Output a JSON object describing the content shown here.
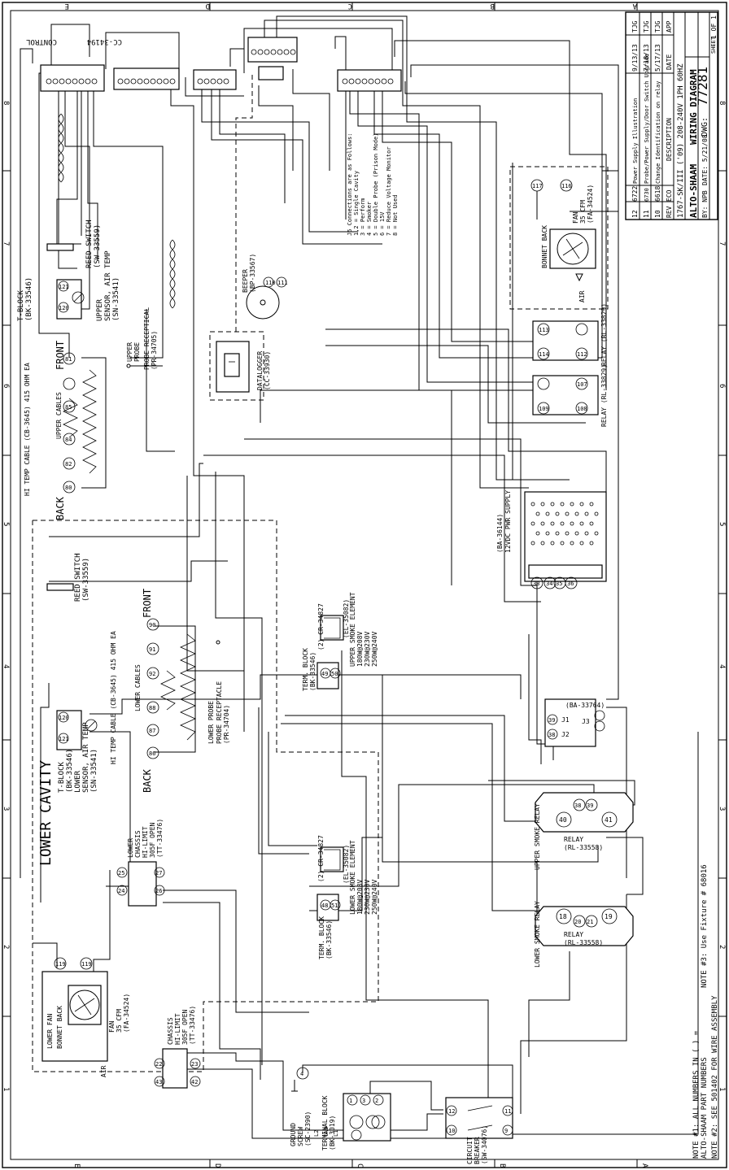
{
  "border": {
    "col_letters": [
      "E",
      "D",
      "C",
      "B",
      "A"
    ],
    "row_numbers": [
      "8",
      "7",
      "6",
      "5",
      "4",
      "3",
      "2",
      "1"
    ]
  },
  "title_block": {
    "revisions": [
      {
        "rev": "12",
        "eco": "6722",
        "desc": "Power Supply Illustration",
        "date": "9/13/13",
        "app": "TJG"
      },
      {
        "rev": "11",
        "eco": "6730",
        "desc": "Probe/Power Supply/Door Switch Upgrade",
        "date": "7/18/13",
        "app": "TJG"
      },
      {
        "rev": "10",
        "eco": "6618",
        "desc": "Change Identification on relay",
        "date": "5/17/13",
        "app": "TJG"
      }
    ],
    "rev_header": {
      "rev": "REV",
      "eco": "ECO",
      "desc": "DESCRIPTION",
      "date": "DATE",
      "app": "APP"
    },
    "model": "1767-SK/III ('09) 208-240V 1PH 60HZ",
    "brand": "ALTO-SHAAM",
    "doc_title": "WIRING DIAGRAM",
    "dwg_label": "DWG:",
    "dwg_number": "77281",
    "sheet_label": "SHEET",
    "sheet_value": "1 OF 1",
    "by": "BY: NPB",
    "date": "DATE: 5/21/08"
  },
  "notes": {
    "note1_a": "NOTE #1: ALL NUMBERS IN ( ) =",
    "note1_b": "ALTO-SHAAM PART NUMBERS",
    "note2": "NOTE #2: SEE 501402 FOR WIRE ASSEMBLY",
    "note3": "NOTE #3: Use Fixture # 68016"
  },
  "components": {
    "control": "CONTROL",
    "cc_label": "CC-34194",
    "reed_upper": "REED SWITCH",
    "reed_upper_pn": "(SW-33559)",
    "reed_lower": "REED SWITCH",
    "reed_lower_pn": "(SW-33559)",
    "tblock_upper": "T-BLOCK",
    "tblock_upper_pn": "(BK-33546)",
    "upper_sensor": "UPPER",
    "upper_sensor_b": "SENSOR, AIR TEMP",
    "upper_sensor_pn": "(SN-33541)",
    "hi_temp_upper": "HI TEMP CABLE (CB-3645) 415 OHM EA",
    "upper_cables": "UPPER CABLES",
    "front_upper": "FRONT",
    "back_upper": "BACK",
    "upper_probe": "UPPER",
    "upper_probe_b": "PROBE",
    "probe_rec_upper": "PROBE RECEPTICAL",
    "probe_rec_upper_pn": "(PR-34705)",
    "beeper": "BEEPER",
    "beeper_pn": "(BP-33567)",
    "datalogger": "DATALOGGER",
    "datalogger_pn": "(CC-33930)",
    "j5_title": "J5 Connections are as Follows:",
    "j5_list": [
      "1,2 = Single Cavity",
      "3 = Perform",
      "4 = Smoker",
      "5 = Double Probe (Prison Mode)",
      "6 = 15V",
      "7 = Reduce Voltage Monitor",
      "8 = Not Used"
    ],
    "fan_upper": "FAN",
    "fan_upper_b": "35 CFM",
    "fan_upper_pn": "(FA-34524)",
    "bonnet_upper": "BONNET BACK",
    "air_upper": "AIR",
    "relay_a": "RELAY (RL-33829)",
    "relay_b": "RELAY (RL-33829)",
    "psu": "(BA-36144)",
    "psu_b": "12VDC PWR SUPPLY",
    "ba_33764": "(BA-33764)",
    "term_upper": "TERM. BLOCK",
    "term_upper_pn": "(BK-33546)",
    "cr_upper": "(2) CR-34827",
    "upper_smoke_el": "UPPER SMOKE ELEMENT",
    "upper_smoke_el_pn": "(EL-35082)",
    "upper_smoke_v": [
      "180W@208V",
      "230W@230V",
      "250W@240V"
    ],
    "upper_smoke_relay": "UPPER SMOKE RELAY",
    "relay_c": "RELAY",
    "relay_c_pn": "(RL-33558)",
    "lower_smoke_relay": "LOWER SMOKE RELAY",
    "relay_d": "RELAY",
    "relay_d_pn": "(RL-33558)",
    "hi_temp_lower": "HI TEMP CABLE (CB-3645) 415 OHM EA",
    "lower_cables": "LOWER CABLES",
    "front_lower": "FRONT",
    "back_lower": "BACK",
    "lower_probe": "LOWER PROBE",
    "probe_rec_lower": "PROBE RECEPTACLE",
    "probe_rec_lower_pn": "(PR-34704)",
    "tblock_lower": "T-BLOCK",
    "tblock_lower_pn": "(BK-33546)",
    "lower_sensor": "LOWER",
    "lower_sensor_b": "SENSOR, AIR TEMP",
    "lower_sensor_pn": "(SN-33541)",
    "lower_cavity": "LOWER CAVITY",
    "hilimit_lower": "LOWER",
    "hilimit_lower_b": "CHASSIS",
    "hilimit_lower_c": "HI-LIMIT",
    "hilimit_lower_d": "305F OPEN",
    "hilimit_lower_pn": "(TT-33476)",
    "term_lower": "TERM. BLOCK",
    "term_lower_pn": "(BK-33546)",
    "cr_lower": "(2) CR-34827",
    "lower_smoke_el": "LOWER SMOKE ELEMENT",
    "lower_smoke_el_pn": "(EL-35082)",
    "lower_smoke_v": [
      "180W@208V",
      "230W@230V",
      "250W@240V"
    ],
    "lower_fan": "LOWER FAN",
    "bonnet_lower": "BONNET BACK",
    "fan_lower": "FAN",
    "fan_lower_b": "35 CFM",
    "fan_lower_pn": "(FA-34524)",
    "air_lower": "AIR",
    "chassis_hl": "CHASSIS",
    "chassis_hl_b": "HI-LIMIT",
    "chassis_hl_c": "305F OPEN",
    "chassis_hl_pn": "(TT-33476)",
    "ground_screw": "GROUND",
    "ground_screw_b": "SCREW",
    "ground_screw_pn": "(SC-2390)",
    "term_main": "TERMINAL BLOCK",
    "term_main_pn": "(BK-3019)",
    "term_main_l1": "L1",
    "term_main_gnd": "GND",
    "term_main_l2": "L2",
    "breaker": "CIRCUIT",
    "breaker_b": "BREAKER",
    "breaker_pn": "(SW-34076)"
  },
  "wire_numbers": {
    "n120u": "120",
    "n121u": "121",
    "n81": "81",
    "n85": "85",
    "n84": "84",
    "n82": "82",
    "n80": "80",
    "n110": "110",
    "n111": "111",
    "n117": "117",
    "n116": "116",
    "n113": "113",
    "n114": "114",
    "n112": "112",
    "n109": "109",
    "n107": "107",
    "n108": "108",
    "n33": "33",
    "n34": "34",
    "n35": "35",
    "n36": "36",
    "n39": "39",
    "n38": "38",
    "n49": "49",
    "n50": "50",
    "n38r": "38",
    "n39r": "39",
    "n40": "40",
    "n41": "41",
    "n90": "90",
    "n91": "91",
    "n92": "92",
    "n88": "88",
    "n87": "87",
    "n86": "86",
    "n120l": "120",
    "n121l": "121",
    "n24": "24",
    "n25": "25",
    "n26": "26",
    "n27": "27",
    "n48": "48",
    "n51": "51",
    "n20": "20",
    "n21": "21",
    "n18": "18",
    "n19": "19",
    "n119a": "119",
    "n119b": "119",
    "n22": "22",
    "n23": "23",
    "n43": "43",
    "n42": "42",
    "n4": "4",
    "n1": "1",
    "n3": "3",
    "n2": "2",
    "n12": "12",
    "n10": "10",
    "n11": "11",
    "n9": "9",
    "j1": "J1",
    "j2": "J2",
    "j3": "J3"
  }
}
